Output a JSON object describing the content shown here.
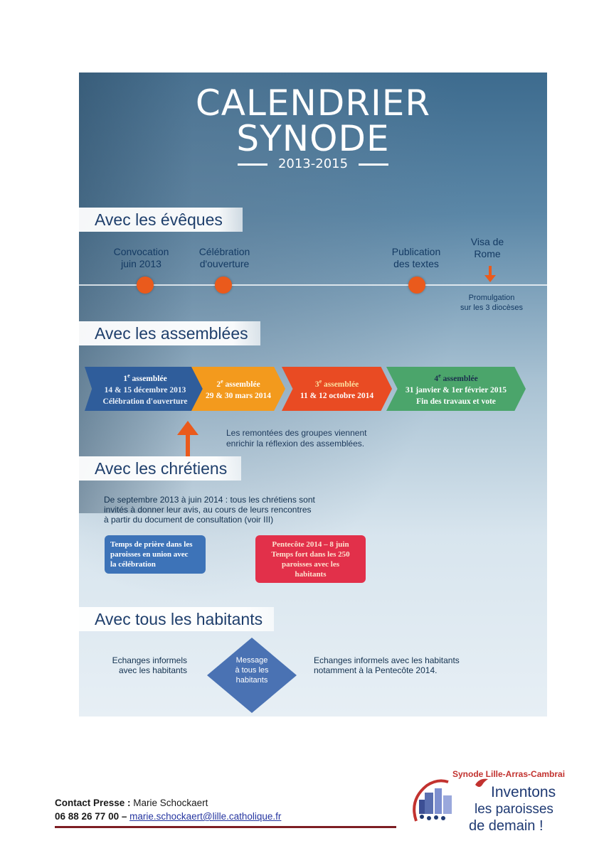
{
  "poster": {
    "title_line1": "CALENDRIER",
    "title_line2": "SYNODE",
    "years": "2013-2015"
  },
  "sections": {
    "eveques": "Avec les évêques",
    "assemblees": "Avec les assemblées",
    "chretiens": "Avec les chrétiens",
    "habitants": "Avec tous les habitants"
  },
  "eveques_events": [
    {
      "line1": "Convocation",
      "line2": "juin 2013"
    },
    {
      "line1": "Célébration",
      "line2": "d'ouverture"
    },
    {
      "line1": "Publication",
      "line2": "des textes"
    },
    {
      "line1": "Visa de",
      "line2": "Rome"
    }
  ],
  "promulgation": {
    "line1": "Promulgation",
    "line2": "sur les 3 diocèses"
  },
  "assemblees": [
    {
      "num": "1",
      "sup": "e",
      "title": "assemblée",
      "line1": "14 & 15 décembre 2013",
      "line2": "Célébration d'ouverture",
      "color": "#2f5d9b"
    },
    {
      "num": "2",
      "sup": "e",
      "title": "assemblée",
      "line1": "29 & 30 mars 2014",
      "line2": "",
      "color": "#f39a1d"
    },
    {
      "num": "3",
      "sup": "e",
      "title": "assemblée",
      "line1": "11 & 12 octobre 2014",
      "line2": "",
      "color": "#e94b23"
    },
    {
      "num": "4",
      "sup": "e",
      "title": "assemblée",
      "line1": "31 janvier & 1er février 2015",
      "line2": "Fin des travaux et vote",
      "color": "#4ba56b"
    }
  ],
  "remontees": {
    "line1": "Les remontées des groupes viennent",
    "line2": "enrichir la réflexion des assemblées."
  },
  "chretiens": {
    "text_line1": "De septembre 2013 à juin 2014 : tous les chrétiens sont",
    "text_line2": "invités à donner leur avis, au cours de leurs rencontres",
    "text_line3": "à partir du document de consultation (voir III)",
    "box_blue": {
      "line1": "Temps de prière dans les",
      "line2": "paroisses en union avec",
      "line3": "la célébration"
    },
    "box_red": {
      "title": "Pentecôte 2014 – 8 juin",
      "line1": "Temps fort dans les 250",
      "line2": "paroisses avec les",
      "line3": "habitants"
    }
  },
  "habitants": {
    "left_line1": "Echanges informels",
    "left_line2": "avec les habitants",
    "diamond_line1": "Message",
    "diamond_line2": "à tous les",
    "diamond_line3": "habitants",
    "right_line1": "Echanges informels avec les habitants",
    "right_line2": "notamment à la Pentecôte 2014."
  },
  "contact": {
    "label": "Contact Presse :",
    "name": " Marie Schockaert",
    "phone": "06 88 26 77 00 – ",
    "email": "marie.schockaert@lille.catholique.fr"
  },
  "logo": {
    "title": "Synode Lille-Arras-Cambrai",
    "line1": "Inventons",
    "line2": "les paroisses",
    "line3": "de demain !"
  }
}
